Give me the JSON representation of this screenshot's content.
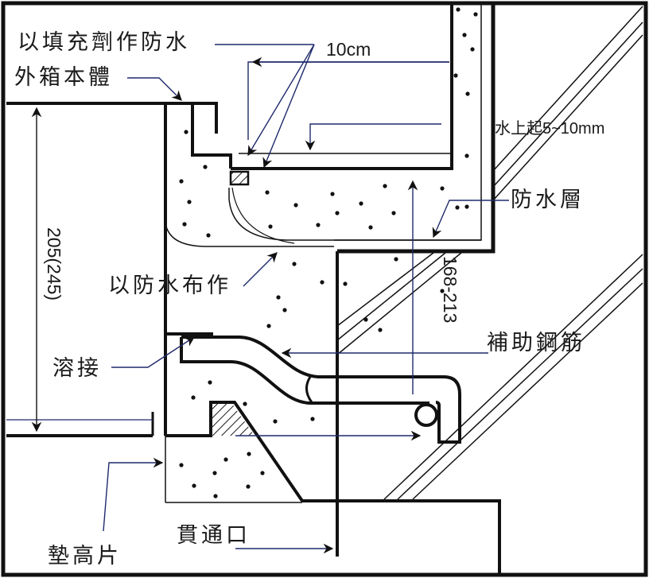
{
  "diagram": {
    "type": "waterproof drain box construction detail",
    "labels": {
      "filler_waterproof": "以填充劑作防水",
      "outer_box_body": "外箱本體",
      "dim_10cm": "10cm",
      "water_rise": "水上起5~10mm",
      "waterproof_layer": "防水層",
      "height_dim": "205(245)",
      "waterproof_cloth": "以防水布作",
      "dim_168_213": "168-213",
      "welding": "溶接",
      "aux_rebar": "補助鋼筋",
      "shim": "墊高片",
      "through_opening": "貫通口"
    },
    "colors": {
      "line": "#1a1a1a",
      "leader": "#1f2a6b",
      "background": "#ffffff"
    }
  }
}
